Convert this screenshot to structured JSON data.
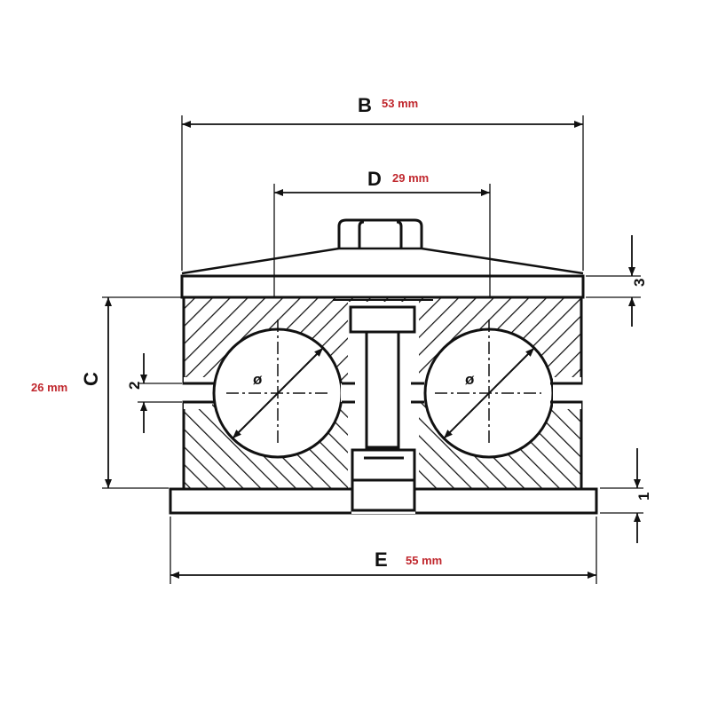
{
  "colors": {
    "line": "#111111",
    "annotation": "#c0272d",
    "background": "#ffffff"
  },
  "dimensions": {
    "B": {
      "letter": "B",
      "value": "53 mm"
    },
    "D": {
      "letter": "D",
      "value": "29 mm"
    },
    "C": {
      "letter": "C",
      "value": "26 mm"
    },
    "E": {
      "letter": "E",
      "value": "55 mm"
    },
    "gap": {
      "letter": "2"
    },
    "top_plate": {
      "letter": "3"
    },
    "base_plate": {
      "letter": "1"
    }
  },
  "diameter_symbols": [
    "ø",
    "ø"
  ]
}
